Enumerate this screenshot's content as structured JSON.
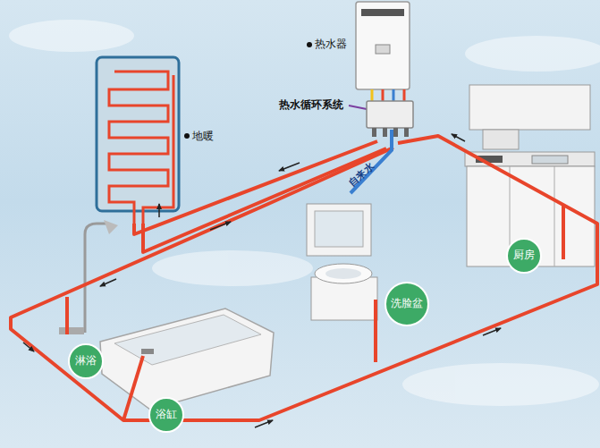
{
  "diagram": {
    "nodes": [
      {
        "text": [
          "厨房"
        ]
      },
      {
        "text": [
          "洗脸盆"
        ]
      },
      {
        "text": [
          "淋浴"
        ]
      },
      {
        "text": [
          "浴缸"
        ]
      }
    ],
    "labels": [
      "热水器",
      "热水循环系统",
      "地暖",
      "自来水"
    ]
  }
}
